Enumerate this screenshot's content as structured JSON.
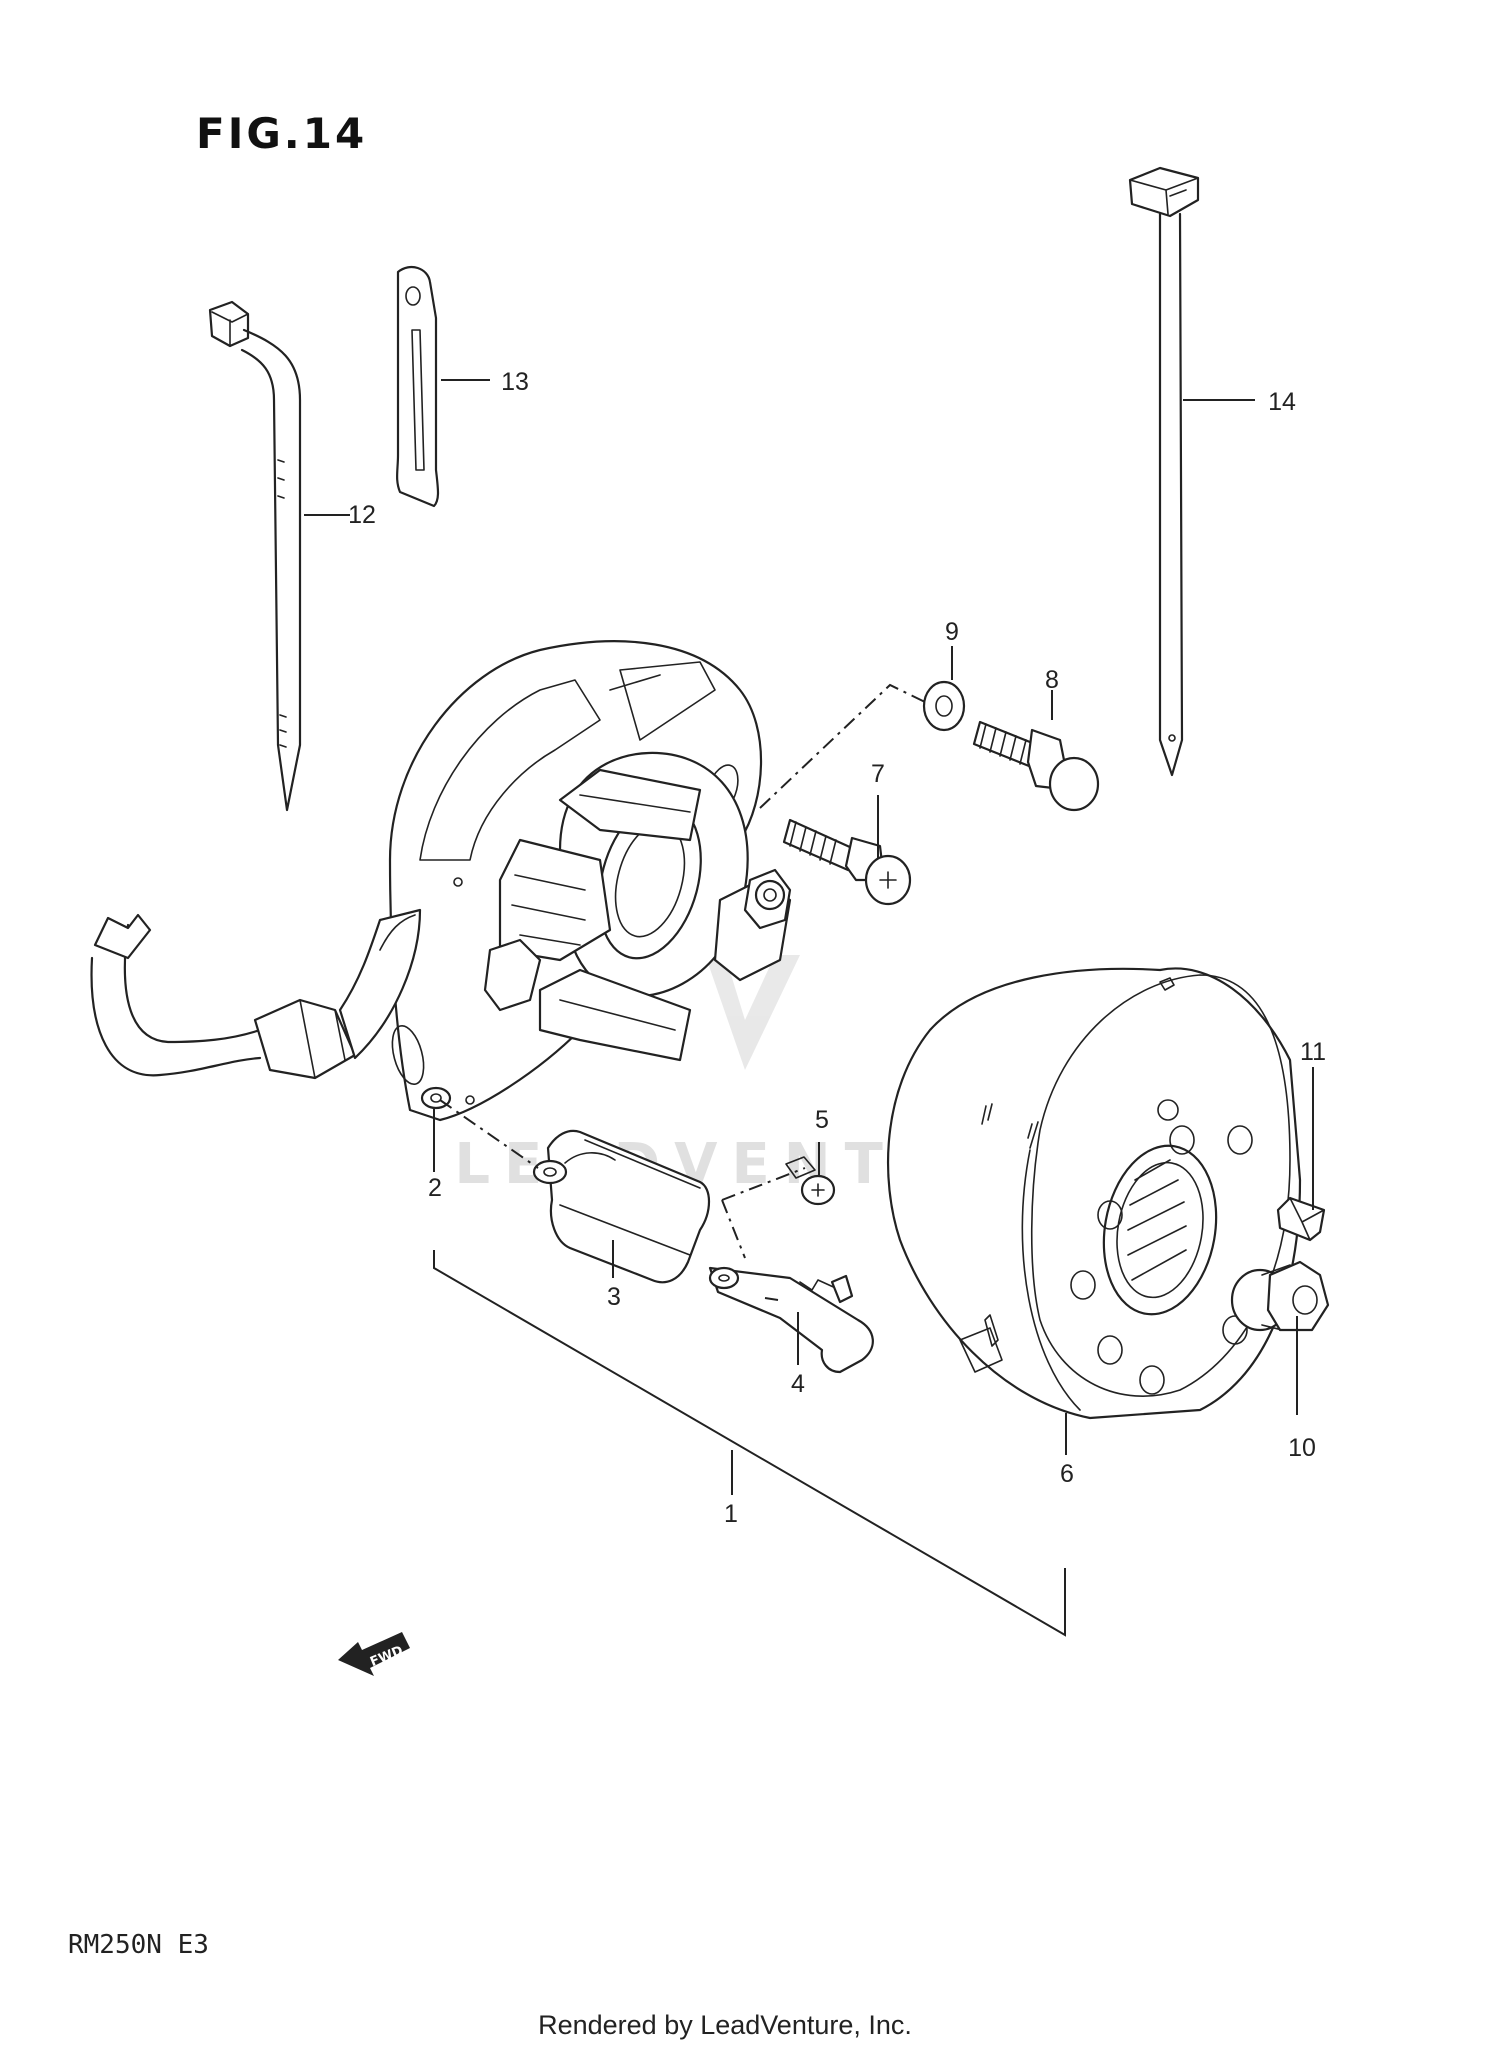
{
  "figure": {
    "title": "FIG.14",
    "model_code": "RM250N  E3"
  },
  "footer": {
    "rendered_by": "Rendered by LeadVenture, Inc."
  },
  "watermark": {
    "text": "LEADVENTURE"
  },
  "callouts": [
    "1",
    "2",
    "3",
    "4",
    "5",
    "6",
    "7",
    "8",
    "9",
    "10",
    "11",
    "12",
    "13",
    "14"
  ],
  "direction_indicator": {
    "text": "FWD"
  }
}
